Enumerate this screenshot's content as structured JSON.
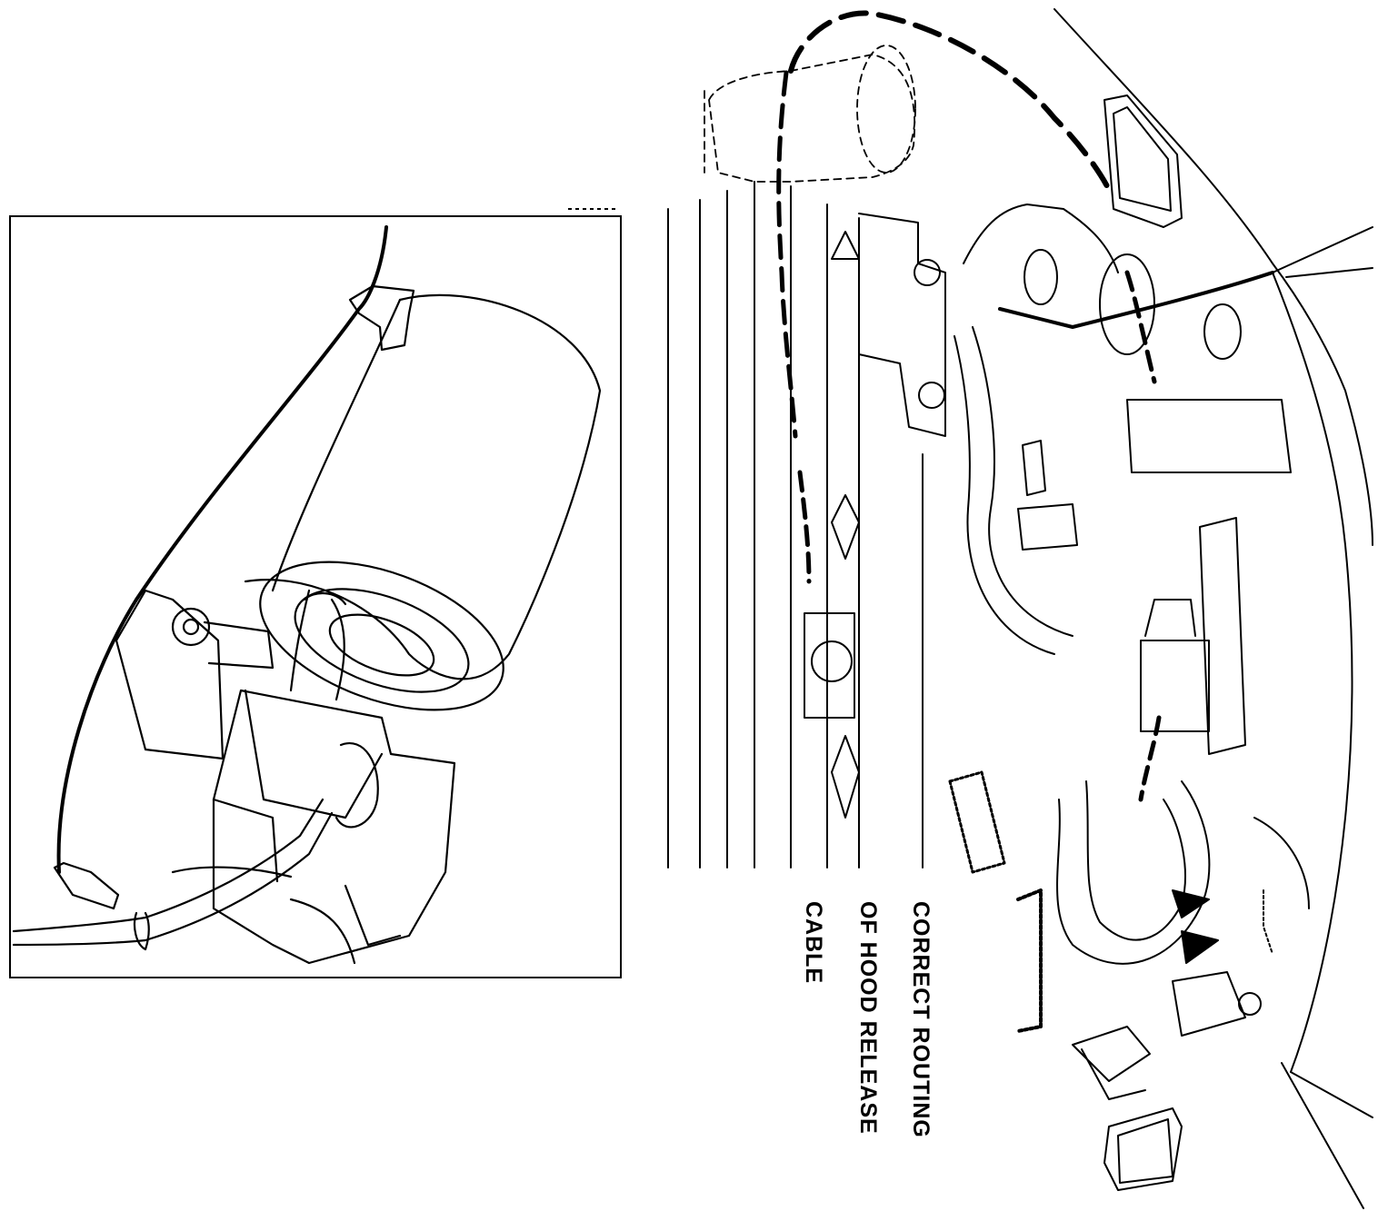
{
  "caption": {
    "line1": "CORRECT ROUTING",
    "line2": "OF HOOD RELEASE",
    "line3": "CABLE"
  },
  "colors": {
    "ink": "#000000",
    "paper": "#ffffff"
  }
}
